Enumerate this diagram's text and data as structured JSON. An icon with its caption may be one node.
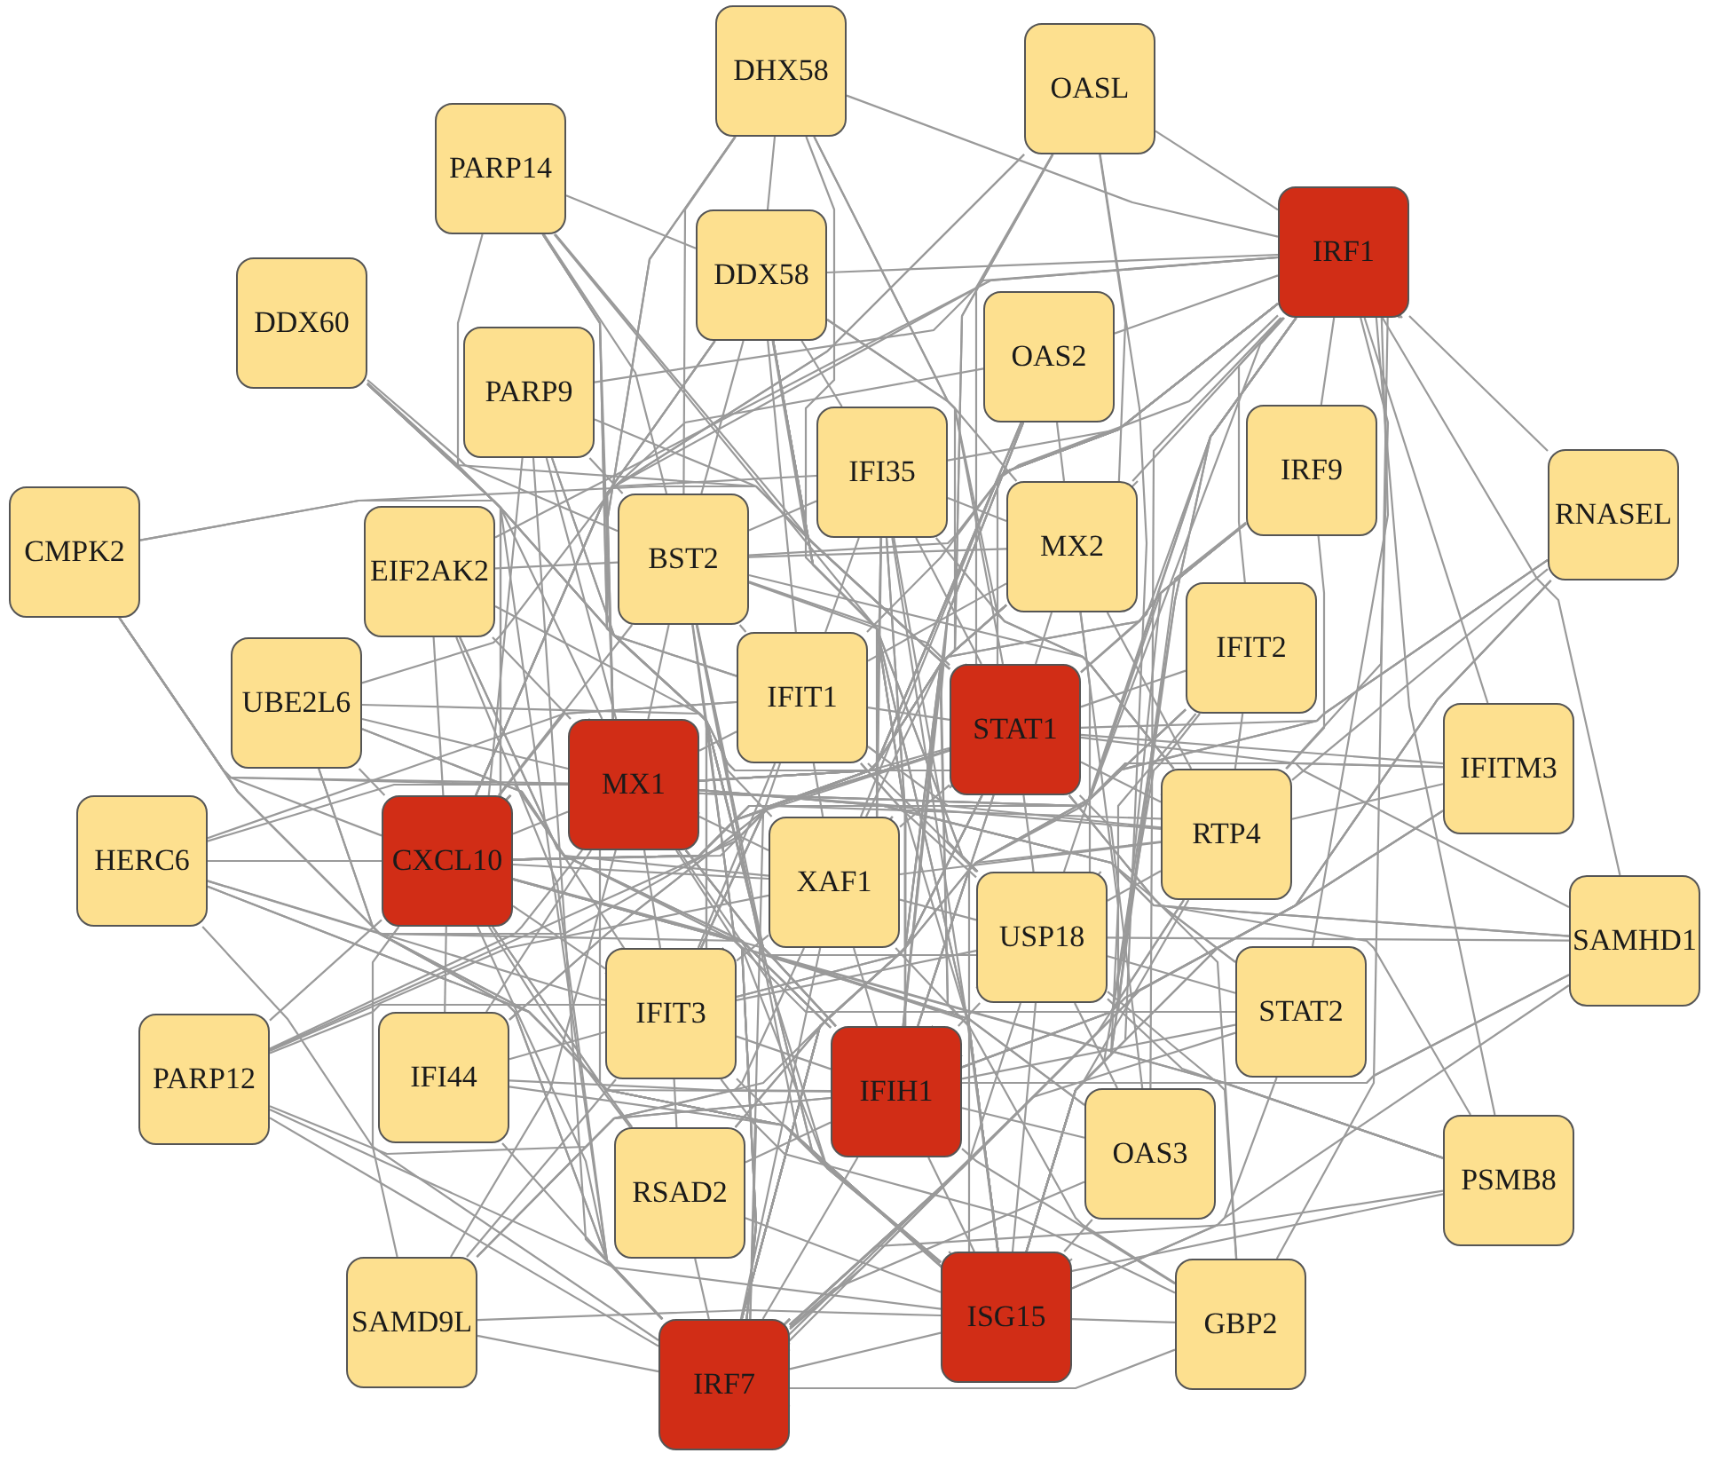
{
  "diagram": {
    "nodes": [
      {
        "text": [
          "DHX58"
        ]
      },
      {
        "text": [
          "OASL"
        ]
      },
      {
        "text": [
          "PARP14"
        ]
      },
      {
        "text": [
          "IRF1"
        ]
      },
      {
        "text": [
          "DDX58"
        ]
      },
      {
        "text": [
          "DDX60"
        ]
      },
      {
        "text": [
          "OAS2"
        ]
      },
      {
        "text": [
          "PARP9"
        ]
      },
      {
        "text": [
          "IFI35"
        ]
      },
      {
        "text": [
          "IRF9"
        ]
      },
      {
        "text": [
          "RNASEL"
        ]
      },
      {
        "text": [
          "CMPK2"
        ]
      },
      {
        "text": [
          "EIF2AK2"
        ]
      },
      {
        "text": [
          "BST2"
        ]
      },
      {
        "text": [
          "MX2"
        ]
      },
      {
        "text": [
          "IFIT2"
        ]
      },
      {
        "text": [
          "IFIT1"
        ]
      },
      {
        "text": [
          "UBE2L6"
        ]
      },
      {
        "text": [
          "STAT1"
        ]
      },
      {
        "text": [
          "MX1"
        ]
      },
      {
        "text": [
          "IFITM3"
        ]
      },
      {
        "text": [
          "HERC6"
        ]
      },
      {
        "text": [
          "CXCL10"
        ]
      },
      {
        "text": [
          "XAF1"
        ]
      },
      {
        "text": [
          "RTP4"
        ]
      },
      {
        "text": [
          "USP18"
        ]
      },
      {
        "text": [
          "SAMHD1"
        ]
      },
      {
        "text": [
          "IFIT3"
        ]
      },
      {
        "text": [
          "STAT2"
        ]
      },
      {
        "text": [
          "PARP12"
        ]
      },
      {
        "text": [
          "IFI44"
        ]
      },
      {
        "text": [
          "IFIH1"
        ]
      },
      {
        "text": [
          "OAS3"
        ]
      },
      {
        "text": [
          "PSMB8"
        ]
      },
      {
        "text": [
          "RSAD2"
        ]
      },
      {
        "text": [
          "SAMD9L"
        ]
      },
      {
        "text": [
          "GBP2"
        ]
      },
      {
        "text": [
          "IRF7"
        ]
      },
      {
        "text": [
          "ISG15"
        ]
      }
    ],
    "edges": [
      {
        "from": 3,
        "to": 4,
        "arrow": "none"
      },
      {
        "from": 3,
        "to": 8,
        "arrow": "none"
      },
      {
        "from": 3,
        "to": 13,
        "arrow": "none"
      },
      {
        "from": 3,
        "to": 14,
        "arrow": "none"
      },
      {
        "from": 3,
        "to": 16,
        "arrow": "none"
      },
      {
        "from": 3,
        "to": 18,
        "arrow": "none"
      },
      {
        "from": 3,
        "to": 19,
        "arrow": "none"
      },
      {
        "from": 3,
        "to": 22,
        "arrow": "none"
      },
      {
        "from": 3,
        "to": 23,
        "arrow": "none"
      },
      {
        "from": 3,
        "to": 24,
        "arrow": "none"
      },
      {
        "from": 3,
        "to": 25,
        "arrow": "none"
      },
      {
        "from": 3,
        "to": 27,
        "arrow": "none"
      },
      {
        "from": 3,
        "to": 31,
        "arrow": "none"
      },
      {
        "from": 3,
        "to": 37,
        "arrow": "none"
      },
      {
        "from": 3,
        "to": 38,
        "arrow": "none"
      },
      {
        "from": 4,
        "to": 8,
        "arrow": "none"
      },
      {
        "from": 4,
        "to": 13,
        "arrow": "none"
      },
      {
        "from": 4,
        "to": 14,
        "arrow": "none"
      },
      {
        "from": 4,
        "to": 16,
        "arrow": "none"
      },
      {
        "from": 4,
        "to": 18,
        "arrow": "none"
      },
      {
        "from": 4,
        "to": 19,
        "arrow": "none"
      },
      {
        "from": 4,
        "to": 22,
        "arrow": "none"
      },
      {
        "from": 4,
        "to": 23,
        "arrow": "none"
      },
      {
        "from": 4,
        "to": 24,
        "arrow": "none"
      },
      {
        "from": 4,
        "to": 25,
        "arrow": "none"
      },
      {
        "from": 4,
        "to": 27,
        "arrow": "none"
      },
      {
        "from": 4,
        "to": 31,
        "arrow": "none"
      },
      {
        "from": 4,
        "to": 37,
        "arrow": "none"
      },
      {
        "from": 4,
        "to": 38,
        "arrow": "none"
      },
      {
        "from": 8,
        "to": 13,
        "arrow": "none"
      },
      {
        "from": 8,
        "to": 14,
        "arrow": "none"
      },
      {
        "from": 8,
        "to": 16,
        "arrow": "none"
      },
      {
        "from": 8,
        "to": 18,
        "arrow": "none"
      },
      {
        "from": 8,
        "to": 19,
        "arrow": "none"
      },
      {
        "from": 8,
        "to": 22,
        "arrow": "none"
      },
      {
        "from": 8,
        "to": 23,
        "arrow": "none"
      },
      {
        "from": 8,
        "to": 24,
        "arrow": "none"
      },
      {
        "from": 8,
        "to": 25,
        "arrow": "none"
      },
      {
        "from": 8,
        "to": 27,
        "arrow": "none"
      },
      {
        "from": 8,
        "to": 31,
        "arrow": "none"
      },
      {
        "from": 8,
        "to": 37,
        "arrow": "none"
      },
      {
        "from": 8,
        "to": 38,
        "arrow": "none"
      },
      {
        "from": 13,
        "to": 14,
        "arrow": "none"
      },
      {
        "from": 13,
        "to": 16,
        "arrow": "none"
      },
      {
        "from": 13,
        "to": 18,
        "arrow": "none"
      },
      {
        "from": 13,
        "to": 19,
        "arrow": "none"
      },
      {
        "from": 13,
        "to": 22,
        "arrow": "none"
      },
      {
        "from": 13,
        "to": 23,
        "arrow": "none"
      },
      {
        "from": 13,
        "to": 24,
        "arrow": "none"
      },
      {
        "from": 13,
        "to": 25,
        "arrow": "none"
      },
      {
        "from": 13,
        "to": 27,
        "arrow": "none"
      },
      {
        "from": 13,
        "to": 31,
        "arrow": "none"
      },
      {
        "from": 13,
        "to": 37,
        "arrow": "none"
      },
      {
        "from": 13,
        "to": 38,
        "arrow": "none"
      },
      {
        "from": 14,
        "to": 16,
        "arrow": "none"
      },
      {
        "from": 14,
        "to": 18,
        "arrow": "none"
      },
      {
        "from": 14,
        "to": 19,
        "arrow": "none"
      },
      {
        "from": 14,
        "to": 22,
        "arrow": "none"
      },
      {
        "from": 14,
        "to": 23,
        "arrow": "none"
      },
      {
        "from": 14,
        "to": 24,
        "arrow": "none"
      },
      {
        "from": 14,
        "to": 25,
        "arrow": "none"
      },
      {
        "from": 14,
        "to": 27,
        "arrow": "none"
      },
      {
        "from": 14,
        "to": 31,
        "arrow": "none"
      },
      {
        "from": 14,
        "to": 37,
        "arrow": "none"
      },
      {
        "from": 14,
        "to": 38,
        "arrow": "none"
      },
      {
        "from": 16,
        "to": 18,
        "arrow": "none"
      },
      {
        "from": 16,
        "to": 19,
        "arrow": "none"
      },
      {
        "from": 16,
        "to": 22,
        "arrow": "none"
      },
      {
        "from": 16,
        "to": 23,
        "arrow": "none"
      },
      {
        "from": 16,
        "to": 24,
        "arrow": "none"
      },
      {
        "from": 16,
        "to": 25,
        "arrow": "none"
      },
      {
        "from": 16,
        "to": 27,
        "arrow": "none"
      },
      {
        "from": 16,
        "to": 31,
        "arrow": "none"
      },
      {
        "from": 16,
        "to": 37,
        "arrow": "none"
      },
      {
        "from": 16,
        "to": 38,
        "arrow": "none"
      },
      {
        "from": 18,
        "to": 19,
        "arrow": "none"
      },
      {
        "from": 18,
        "to": 22,
        "arrow": "none"
      },
      {
        "from": 18,
        "to": 23,
        "arrow": "none"
      },
      {
        "from": 18,
        "to": 24,
        "arrow": "none"
      },
      {
        "from": 18,
        "to": 25,
        "arrow": "none"
      },
      {
        "from": 18,
        "to": 27,
        "arrow": "none"
      },
      {
        "from": 18,
        "to": 31,
        "arrow": "none"
      },
      {
        "from": 18,
        "to": 37,
        "arrow": "none"
      },
      {
        "from": 18,
        "to": 38,
        "arrow": "none"
      },
      {
        "from": 19,
        "to": 22,
        "arrow": "none"
      },
      {
        "from": 19,
        "to": 23,
        "arrow": "none"
      },
      {
        "from": 19,
        "to": 24,
        "arrow": "none"
      },
      {
        "from": 19,
        "to": 25,
        "arrow": "none"
      },
      {
        "from": 19,
        "to": 27,
        "arrow": "none"
      },
      {
        "from": 19,
        "to": 31,
        "arrow": "none"
      },
      {
        "from": 19,
        "to": 37,
        "arrow": "none"
      },
      {
        "from": 19,
        "to": 38,
        "arrow": "none"
      },
      {
        "from": 22,
        "to": 23,
        "arrow": "none"
      },
      {
        "from": 22,
        "to": 24,
        "arrow": "none"
      },
      {
        "from": 22,
        "to": 25,
        "arrow": "none"
      },
      {
        "from": 22,
        "to": 27,
        "arrow": "none"
      },
      {
        "from": 22,
        "to": 31,
        "arrow": "none"
      },
      {
        "from": 22,
        "to": 37,
        "arrow": "none"
      },
      {
        "from": 22,
        "to": 38,
        "arrow": "none"
      },
      {
        "from": 23,
        "to": 24,
        "arrow": "none"
      },
      {
        "from": 23,
        "to": 25,
        "arrow": "none"
      },
      {
        "from": 23,
        "to": 27,
        "arrow": "none"
      },
      {
        "from": 23,
        "to": 31,
        "arrow": "none"
      },
      {
        "from": 23,
        "to": 37,
        "arrow": "none"
      },
      {
        "from": 23,
        "to": 38,
        "arrow": "none"
      },
      {
        "from": 24,
        "to": 25,
        "arrow": "none"
      },
      {
        "from": 24,
        "to": 27,
        "arrow": "none"
      },
      {
        "from": 24,
        "to": 31,
        "arrow": "none"
      },
      {
        "from": 24,
        "to": 37,
        "arrow": "none"
      },
      {
        "from": 24,
        "to": 38,
        "arrow": "none"
      },
      {
        "from": 25,
        "to": 27,
        "arrow": "none"
      },
      {
        "from": 25,
        "to": 31,
        "arrow": "none"
      },
      {
        "from": 25,
        "to": 37,
        "arrow": "none"
      },
      {
        "from": 25,
        "to": 38,
        "arrow": "none"
      },
      {
        "from": 27,
        "to": 31,
        "arrow": "none"
      },
      {
        "from": 27,
        "to": 37,
        "arrow": "none"
      },
      {
        "from": 27,
        "to": 38,
        "arrow": "none"
      },
      {
        "from": 31,
        "to": 37,
        "arrow": "none"
      },
      {
        "from": 31,
        "to": 38,
        "arrow": "none"
      },
      {
        "from": 37,
        "to": 38,
        "arrow": "none"
      },
      {
        "from": 0,
        "to": 3,
        "arrow": "none"
      },
      {
        "from": 0,
        "to": 18,
        "arrow": "none"
      },
      {
        "from": 0,
        "to": 19,
        "arrow": "none"
      },
      {
        "from": 0,
        "to": 31,
        "arrow": "none"
      },
      {
        "from": 0,
        "to": 37,
        "arrow": "none"
      },
      {
        "from": 0,
        "to": 38,
        "arrow": "none"
      },
      {
        "from": 0,
        "to": 4,
        "arrow": "none"
      },
      {
        "from": 0,
        "to": 13,
        "arrow": "none"
      },
      {
        "from": 1,
        "to": 3,
        "arrow": "none"
      },
      {
        "from": 1,
        "to": 18,
        "arrow": "none"
      },
      {
        "from": 1,
        "to": 19,
        "arrow": "none"
      },
      {
        "from": 1,
        "to": 22,
        "arrow": "none"
      },
      {
        "from": 1,
        "to": 31,
        "arrow": "none"
      },
      {
        "from": 1,
        "to": 37,
        "arrow": "none"
      },
      {
        "from": 1,
        "to": 38,
        "arrow": "none"
      },
      {
        "from": 1,
        "to": 14,
        "arrow": "none"
      },
      {
        "from": 2,
        "to": 18,
        "arrow": "none"
      },
      {
        "from": 2,
        "to": 19,
        "arrow": "none"
      },
      {
        "from": 2,
        "to": 22,
        "arrow": "none"
      },
      {
        "from": 2,
        "to": 31,
        "arrow": "none"
      },
      {
        "from": 2,
        "to": 37,
        "arrow": "none"
      },
      {
        "from": 2,
        "to": 38,
        "arrow": "none"
      },
      {
        "from": 2,
        "to": 4,
        "arrow": "none"
      },
      {
        "from": 2,
        "to": 13,
        "arrow": "none"
      },
      {
        "from": 5,
        "to": 18,
        "arrow": "none"
      },
      {
        "from": 5,
        "to": 19,
        "arrow": "none"
      },
      {
        "from": 5,
        "to": 22,
        "arrow": "none"
      },
      {
        "from": 5,
        "to": 31,
        "arrow": "none"
      },
      {
        "from": 5,
        "to": 37,
        "arrow": "none"
      },
      {
        "from": 5,
        "to": 38,
        "arrow": "none"
      },
      {
        "from": 5,
        "to": 13,
        "arrow": "none"
      },
      {
        "from": 5,
        "to": 16,
        "arrow": "none"
      },
      {
        "from": 6,
        "to": 3,
        "arrow": "none"
      },
      {
        "from": 6,
        "to": 18,
        "arrow": "none"
      },
      {
        "from": 6,
        "to": 19,
        "arrow": "none"
      },
      {
        "from": 6,
        "to": 22,
        "arrow": "none"
      },
      {
        "from": 6,
        "to": 31,
        "arrow": "none"
      },
      {
        "from": 6,
        "to": 37,
        "arrow": "none"
      },
      {
        "from": 6,
        "to": 38,
        "arrow": "none"
      },
      {
        "from": 6,
        "to": 14,
        "arrow": "none"
      },
      {
        "from": 7,
        "to": 3,
        "arrow": "none"
      },
      {
        "from": 7,
        "to": 18,
        "arrow": "none"
      },
      {
        "from": 7,
        "to": 19,
        "arrow": "none"
      },
      {
        "from": 7,
        "to": 22,
        "arrow": "none"
      },
      {
        "from": 7,
        "to": 31,
        "arrow": "none"
      },
      {
        "from": 7,
        "to": 37,
        "arrow": "none"
      },
      {
        "from": 7,
        "to": 38,
        "arrow": "none"
      },
      {
        "from": 7,
        "to": 13,
        "arrow": "none"
      },
      {
        "from": 9,
        "to": 3,
        "arrow": "none"
      },
      {
        "from": 9,
        "to": 18,
        "arrow": "none"
      },
      {
        "from": 9,
        "to": 19,
        "arrow": "none"
      },
      {
        "from": 9,
        "to": 22,
        "arrow": "none"
      },
      {
        "from": 9,
        "to": 31,
        "arrow": "none"
      },
      {
        "from": 9,
        "to": 37,
        "arrow": "none"
      },
      {
        "from": 9,
        "to": 38,
        "arrow": "none"
      },
      {
        "from": 9,
        "to": 24,
        "arrow": "none"
      },
      {
        "from": 10,
        "to": 3,
        "arrow": "none"
      },
      {
        "from": 10,
        "to": 18,
        "arrow": "none"
      },
      {
        "from": 10,
        "to": 19,
        "arrow": "none"
      },
      {
        "from": 10,
        "to": 22,
        "arrow": "none"
      },
      {
        "from": 10,
        "to": 31,
        "arrow": "none"
      },
      {
        "from": 10,
        "to": 37,
        "arrow": "none"
      },
      {
        "from": 10,
        "to": 38,
        "arrow": "none"
      },
      {
        "from": 10,
        "to": 24,
        "arrow": "none"
      },
      {
        "from": 11,
        "to": 18,
        "arrow": "none"
      },
      {
        "from": 11,
        "to": 19,
        "arrow": "none"
      },
      {
        "from": 11,
        "to": 22,
        "arrow": "none"
      },
      {
        "from": 11,
        "to": 31,
        "arrow": "none"
      },
      {
        "from": 11,
        "to": 37,
        "arrow": "none"
      },
      {
        "from": 11,
        "to": 38,
        "arrow": "none"
      },
      {
        "from": 11,
        "to": 16,
        "arrow": "none"
      },
      {
        "from": 11,
        "to": 23,
        "arrow": "none"
      },
      {
        "from": 12,
        "to": 3,
        "arrow": "none"
      },
      {
        "from": 12,
        "to": 18,
        "arrow": "none"
      },
      {
        "from": 12,
        "to": 19,
        "arrow": "none"
      },
      {
        "from": 12,
        "to": 22,
        "arrow": "none"
      },
      {
        "from": 12,
        "to": 31,
        "arrow": "none"
      },
      {
        "from": 12,
        "to": 37,
        "arrow": "none"
      },
      {
        "from": 12,
        "to": 38,
        "arrow": "none"
      },
      {
        "from": 12,
        "to": 13,
        "arrow": "none"
      },
      {
        "from": 15,
        "to": 3,
        "arrow": "none"
      },
      {
        "from": 15,
        "to": 18,
        "arrow": "none"
      },
      {
        "from": 15,
        "to": 19,
        "arrow": "none"
      },
      {
        "from": 15,
        "to": 22,
        "arrow": "none"
      },
      {
        "from": 15,
        "to": 31,
        "arrow": "none"
      },
      {
        "from": 15,
        "to": 37,
        "arrow": "none"
      },
      {
        "from": 15,
        "to": 38,
        "arrow": "none"
      },
      {
        "from": 15,
        "to": 24,
        "arrow": "none"
      },
      {
        "from": 17,
        "to": 3,
        "arrow": "none"
      },
      {
        "from": 17,
        "to": 18,
        "arrow": "none"
      },
      {
        "from": 17,
        "to": 19,
        "arrow": "none"
      },
      {
        "from": 17,
        "to": 22,
        "arrow": "none"
      },
      {
        "from": 17,
        "to": 31,
        "arrow": "none"
      },
      {
        "from": 17,
        "to": 37,
        "arrow": "none"
      },
      {
        "from": 17,
        "to": 38,
        "arrow": "none"
      },
      {
        "from": 17,
        "to": 27,
        "arrow": "none"
      },
      {
        "from": 20,
        "to": 3,
        "arrow": "none"
      },
      {
        "from": 20,
        "to": 18,
        "arrow": "none"
      },
      {
        "from": 20,
        "to": 19,
        "arrow": "none"
      },
      {
        "from": 20,
        "to": 22,
        "arrow": "none"
      },
      {
        "from": 20,
        "to": 31,
        "arrow": "none"
      },
      {
        "from": 20,
        "to": 37,
        "arrow": "none"
      },
      {
        "from": 20,
        "to": 38,
        "arrow": "none"
      },
      {
        "from": 20,
        "to": 24,
        "arrow": "none"
      },
      {
        "from": 21,
        "to": 18,
        "arrow": "none"
      },
      {
        "from": 21,
        "to": 19,
        "arrow": "none"
      },
      {
        "from": 21,
        "to": 22,
        "arrow": "none"
      },
      {
        "from": 21,
        "to": 31,
        "arrow": "none"
      },
      {
        "from": 21,
        "to": 37,
        "arrow": "none"
      },
      {
        "from": 21,
        "to": 38,
        "arrow": "none"
      },
      {
        "from": 21,
        "to": 27,
        "arrow": "none"
      },
      {
        "from": 21,
        "to": 16,
        "arrow": "none"
      },
      {
        "from": 26,
        "to": 3,
        "arrow": "none"
      },
      {
        "from": 26,
        "to": 18,
        "arrow": "none"
      },
      {
        "from": 26,
        "to": 19,
        "arrow": "none"
      },
      {
        "from": 26,
        "to": 22,
        "arrow": "none"
      },
      {
        "from": 26,
        "to": 31,
        "arrow": "none"
      },
      {
        "from": 26,
        "to": 37,
        "arrow": "none"
      },
      {
        "from": 26,
        "to": 38,
        "arrow": "none"
      },
      {
        "from": 26,
        "to": 25,
        "arrow": "none"
      },
      {
        "from": 28,
        "to": 3,
        "arrow": "none"
      },
      {
        "from": 28,
        "to": 18,
        "arrow": "none"
      },
      {
        "from": 28,
        "to": 19,
        "arrow": "none"
      },
      {
        "from": 28,
        "to": 22,
        "arrow": "none"
      },
      {
        "from": 28,
        "to": 31,
        "arrow": "none"
      },
      {
        "from": 28,
        "to": 37,
        "arrow": "none"
      },
      {
        "from": 28,
        "to": 38,
        "arrow": "none"
      },
      {
        "from": 28,
        "to": 25,
        "arrow": "none"
      },
      {
        "from": 29,
        "to": 18,
        "arrow": "none"
      },
      {
        "from": 29,
        "to": 19,
        "arrow": "none"
      },
      {
        "from": 29,
        "to": 22,
        "arrow": "none"
      },
      {
        "from": 29,
        "to": 31,
        "arrow": "none"
      },
      {
        "from": 29,
        "to": 37,
        "arrow": "none"
      },
      {
        "from": 29,
        "to": 38,
        "arrow": "none"
      },
      {
        "from": 29,
        "to": 27,
        "arrow": "none"
      },
      {
        "from": 29,
        "to": 23,
        "arrow": "none"
      },
      {
        "from": 30,
        "to": 3,
        "arrow": "none"
      },
      {
        "from": 30,
        "to": 18,
        "arrow": "none"
      },
      {
        "from": 30,
        "to": 19,
        "arrow": "none"
      },
      {
        "from": 30,
        "to": 22,
        "arrow": "none"
      },
      {
        "from": 30,
        "to": 31,
        "arrow": "none"
      },
      {
        "from": 30,
        "to": 37,
        "arrow": "none"
      },
      {
        "from": 30,
        "to": 38,
        "arrow": "none"
      },
      {
        "from": 30,
        "to": 27,
        "arrow": "none"
      },
      {
        "from": 32,
        "to": 3,
        "arrow": "none"
      },
      {
        "from": 32,
        "to": 18,
        "arrow": "none"
      },
      {
        "from": 32,
        "to": 19,
        "arrow": "none"
      },
      {
        "from": 32,
        "to": 22,
        "arrow": "none"
      },
      {
        "from": 32,
        "to": 31,
        "arrow": "none"
      },
      {
        "from": 32,
        "to": 37,
        "arrow": "none"
      },
      {
        "from": 32,
        "to": 38,
        "arrow": "none"
      },
      {
        "from": 32,
        "to": 25,
        "arrow": "none"
      },
      {
        "from": 33,
        "to": 3,
        "arrow": "none"
      },
      {
        "from": 33,
        "to": 18,
        "arrow": "none"
      },
      {
        "from": 33,
        "to": 19,
        "arrow": "none"
      },
      {
        "from": 33,
        "to": 22,
        "arrow": "none"
      },
      {
        "from": 33,
        "to": 31,
        "arrow": "none"
      },
      {
        "from": 33,
        "to": 37,
        "arrow": "none"
      },
      {
        "from": 33,
        "to": 38,
        "arrow": "none"
      },
      {
        "from": 33,
        "to": 25,
        "arrow": "none"
      },
      {
        "from": 34,
        "to": 3,
        "arrow": "none"
      },
      {
        "from": 34,
        "to": 18,
        "arrow": "none"
      },
      {
        "from": 34,
        "to": 19,
        "arrow": "none"
      },
      {
        "from": 34,
        "to": 22,
        "arrow": "none"
      },
      {
        "from": 34,
        "to": 31,
        "arrow": "none"
      },
      {
        "from": 34,
        "to": 37,
        "arrow": "none"
      },
      {
        "from": 34,
        "to": 38,
        "arrow": "none"
      },
      {
        "from": 34,
        "to": 27,
        "arrow": "none"
      },
      {
        "from": 35,
        "to": 18,
        "arrow": "none"
      },
      {
        "from": 35,
        "to": 19,
        "arrow": "none"
      },
      {
        "from": 35,
        "to": 22,
        "arrow": "none"
      },
      {
        "from": 35,
        "to": 31,
        "arrow": "none"
      },
      {
        "from": 35,
        "to": 37,
        "arrow": "none"
      },
      {
        "from": 35,
        "to": 38,
        "arrow": "none"
      },
      {
        "from": 35,
        "to": 27,
        "arrow": "none"
      },
      {
        "from": 35,
        "to": 23,
        "arrow": "none"
      },
      {
        "from": 36,
        "to": 3,
        "arrow": "none"
      },
      {
        "from": 36,
        "to": 18,
        "arrow": "none"
      },
      {
        "from": 36,
        "to": 19,
        "arrow": "none"
      },
      {
        "from": 36,
        "to": 22,
        "arrow": "none"
      },
      {
        "from": 36,
        "to": 31,
        "arrow": "none"
      },
      {
        "from": 36,
        "to": 37,
        "arrow": "none"
      },
      {
        "from": 36,
        "to": 38,
        "arrow": "none"
      },
      {
        "from": 36,
        "to": 25,
        "arrow": "none"
      }
    ]
  }
}
